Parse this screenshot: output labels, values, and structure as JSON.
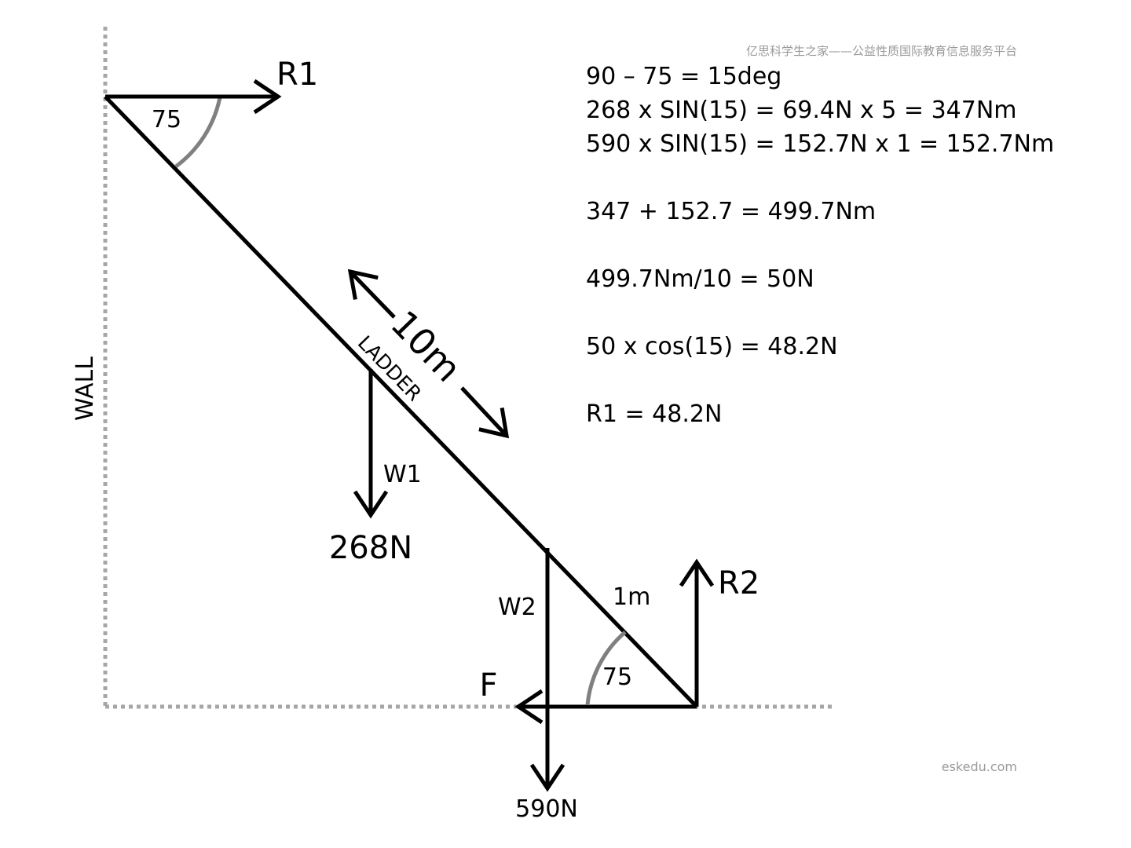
{
  "watermark": {
    "top": "亿思科学生之家——公益性质国际教育信息服务平台",
    "bottom": "eskedu.com"
  },
  "diagram": {
    "wall_label": "WALL",
    "ladder_label": "LADDER",
    "length_label": "10m",
    "top_angle": "75",
    "bottom_angle": "75",
    "r1_label": "R1",
    "r2_label": "R2",
    "f_label": "F",
    "w1_label": "W1",
    "w1_value": "268N",
    "w2_label": "W2",
    "w2_value": "590N",
    "w2_distance": "1m"
  },
  "calculations": [
    "90 – 75 = 15deg",
    "268 x SIN(15) = 69.4N x 5 = 347Nm",
    "590 x SIN(15) = 152.7N x 1 = 152.7Nm",
    "",
    "347 + 152.7 = 499.7Nm",
    "",
    "499.7Nm/10 = 50N",
    "",
    "50 x cos(15) = 48.2N",
    "",
    "R1 = 48.2N"
  ]
}
